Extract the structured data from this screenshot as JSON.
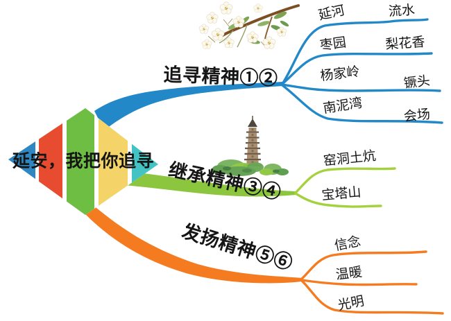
{
  "title": {
    "text": "延安，我把你追寻"
  },
  "branches": [
    {
      "label": "追寻精神①②",
      "color": "#2288c8",
      "children": [
        {
          "place": "延河",
          "detail": "流水"
        },
        {
          "place": "枣园",
          "detail": "梨花香"
        },
        {
          "place": "杨家岭",
          "detail": "镢头"
        },
        {
          "place": "南泥湾",
          "detail": "会场"
        }
      ]
    },
    {
      "label": "继承精神③④",
      "color": "#8cc63f",
      "children": [
        {
          "place": "窑洞土炕",
          "detail": ""
        },
        {
          "place": "宝塔山",
          "detail": ""
        }
      ]
    },
    {
      "label": "发扬精神⑤⑥",
      "color": "#f47b20",
      "children": [
        {
          "place": "信念",
          "detail": ""
        },
        {
          "place": "温暖",
          "detail": ""
        },
        {
          "place": "光明",
          "detail": ""
        }
      ]
    }
  ],
  "center_shape": {
    "type": "striped-diamond",
    "stripe_colors": [
      "#2f86c0",
      "#e84c30",
      "#6fbe44",
      "#f4d469",
      "#43c3c3"
    ]
  },
  "decorations": [
    {
      "name": "pear-blossom-branch"
    },
    {
      "name": "pagoda-with-trees"
    }
  ]
}
